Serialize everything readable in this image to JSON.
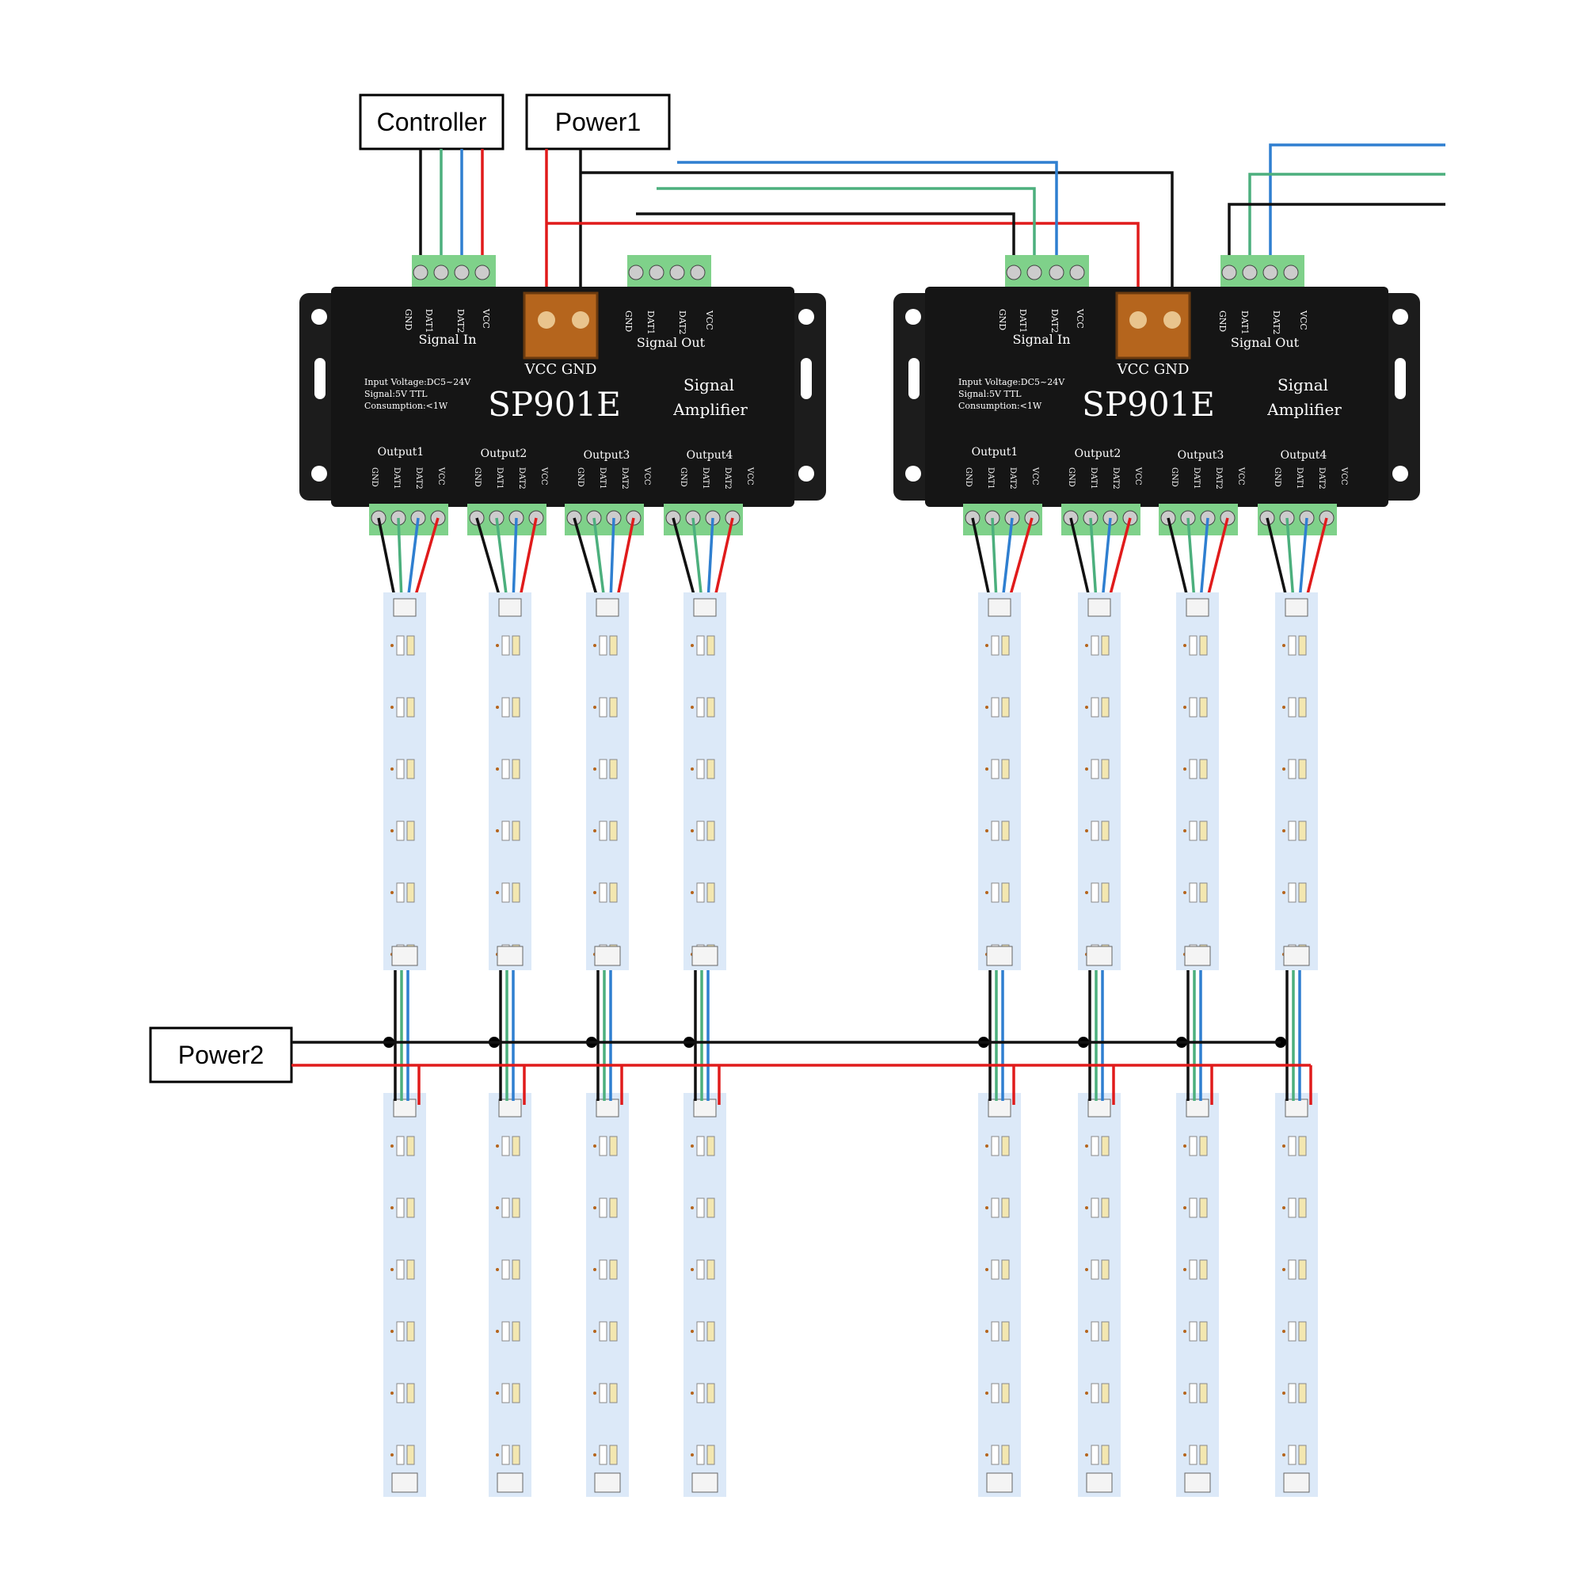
{
  "labels": {
    "controller": "Controller",
    "power1": "Power1",
    "power2": "Power2"
  },
  "device": {
    "model": "SP901E",
    "title_line1": "Signal",
    "title_line2": "Amplifier",
    "signal_in": "Signal In",
    "signal_out": "Signal Out",
    "power_terminal": "VCC GND",
    "spec_voltage": "Input Voltage:DC5~24V",
    "spec_signal": "Signal:5V TTL",
    "spec_consumption": "Consumption:<1W",
    "pins": [
      "GND",
      "DAT1",
      "DAT2",
      "VCC"
    ],
    "outputs": [
      "Output1",
      "Output2",
      "Output3",
      "Output4"
    ]
  },
  "colors": {
    "gnd": "#111111",
    "dat1": "#4caf7d",
    "dat2": "#2f7fd0",
    "vcc": "#e01b1b",
    "device_body": "#1c1c1c",
    "terminal_green": "#7fd18a",
    "strip": "#dce9f8",
    "led": "#f3e7b0",
    "copper": "#b5651d"
  }
}
